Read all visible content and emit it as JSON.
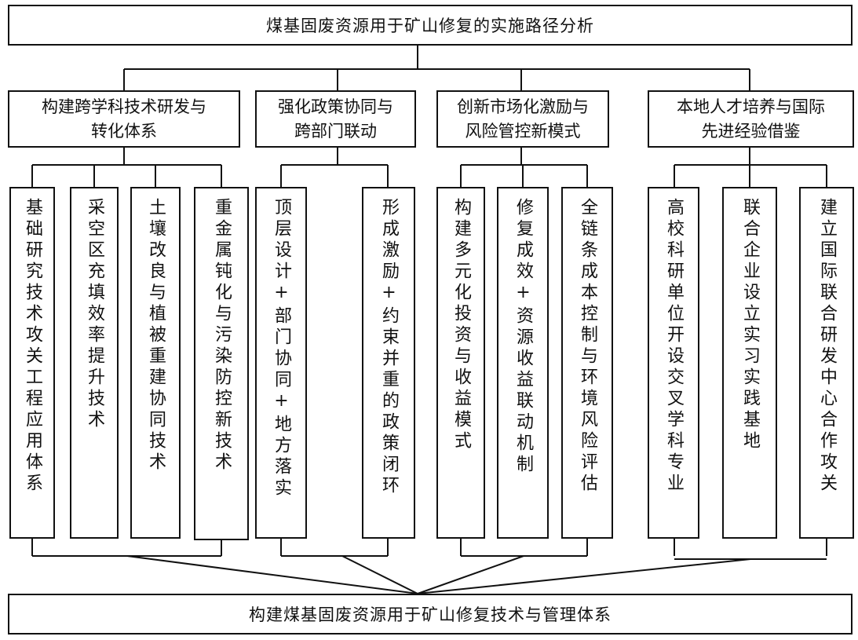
{
  "title": "煤基固废资源用于矿山修复的实施路径分析",
  "bottom": "构建煤基固废资源用于矿山修复技术与管理体系",
  "categories": [
    {
      "line1": "构建跨学科技术研发与",
      "line2": "转化体系",
      "items": [
        "基础研究技术攻关工程应用体系",
        "采空区充填效率提升技术",
        "土壤改良与植被重建协同技术",
        "重金属钝化与污染防控新技术"
      ]
    },
    {
      "line1": "强化政策协同与",
      "line2": "跨部门联动",
      "items": [
        "顶层设计+部门协同+地方落实",
        "形成激励+约束并重的政策闭环"
      ]
    },
    {
      "line1": "创新市场化激励与",
      "line2": "风险管控新模式",
      "items": [
        "构建多元化投资与收益模式",
        "修复成效+资源收益联动机制",
        "全链条成本控制与环境风险评估"
      ]
    },
    {
      "line1": "本地人才培养与国际",
      "line2": "先进经验借鉴",
      "items": [
        "高校科研单位开设交叉学科专业",
        "联合企业设立实习实践基地",
        "建立国际联合研发中心合作攻关"
      ]
    }
  ]
}
